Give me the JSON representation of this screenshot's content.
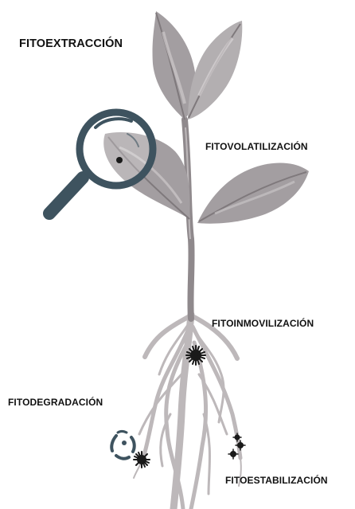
{
  "labels": {
    "fitoextraccion": "FITOEXTRACCIÓN",
    "fitovolatilizacion": "FITOVOLATILIZACIÓN",
    "fitoinmovilizacion": "FITOINMOVILIZACIÓN",
    "fitodegradacion": "FITODEGRADACIÓN",
    "fitoestabilizacion": "FITOESTABILIZACIÓN"
  },
  "colors": {
    "leaf": "#a39ea1",
    "leaf_shadow": "#7f797c",
    "leaf_highlight": "#cdc9cb",
    "stem": "#8f898c",
    "root": "#bdb8ba",
    "magnifier": "#3e535f",
    "particle": "#1a1a1a",
    "text": "#111111"
  },
  "icons": [
    "magnifying-glass-icon",
    "contaminant-particle-icon",
    "dashed-molecule-icon"
  ]
}
